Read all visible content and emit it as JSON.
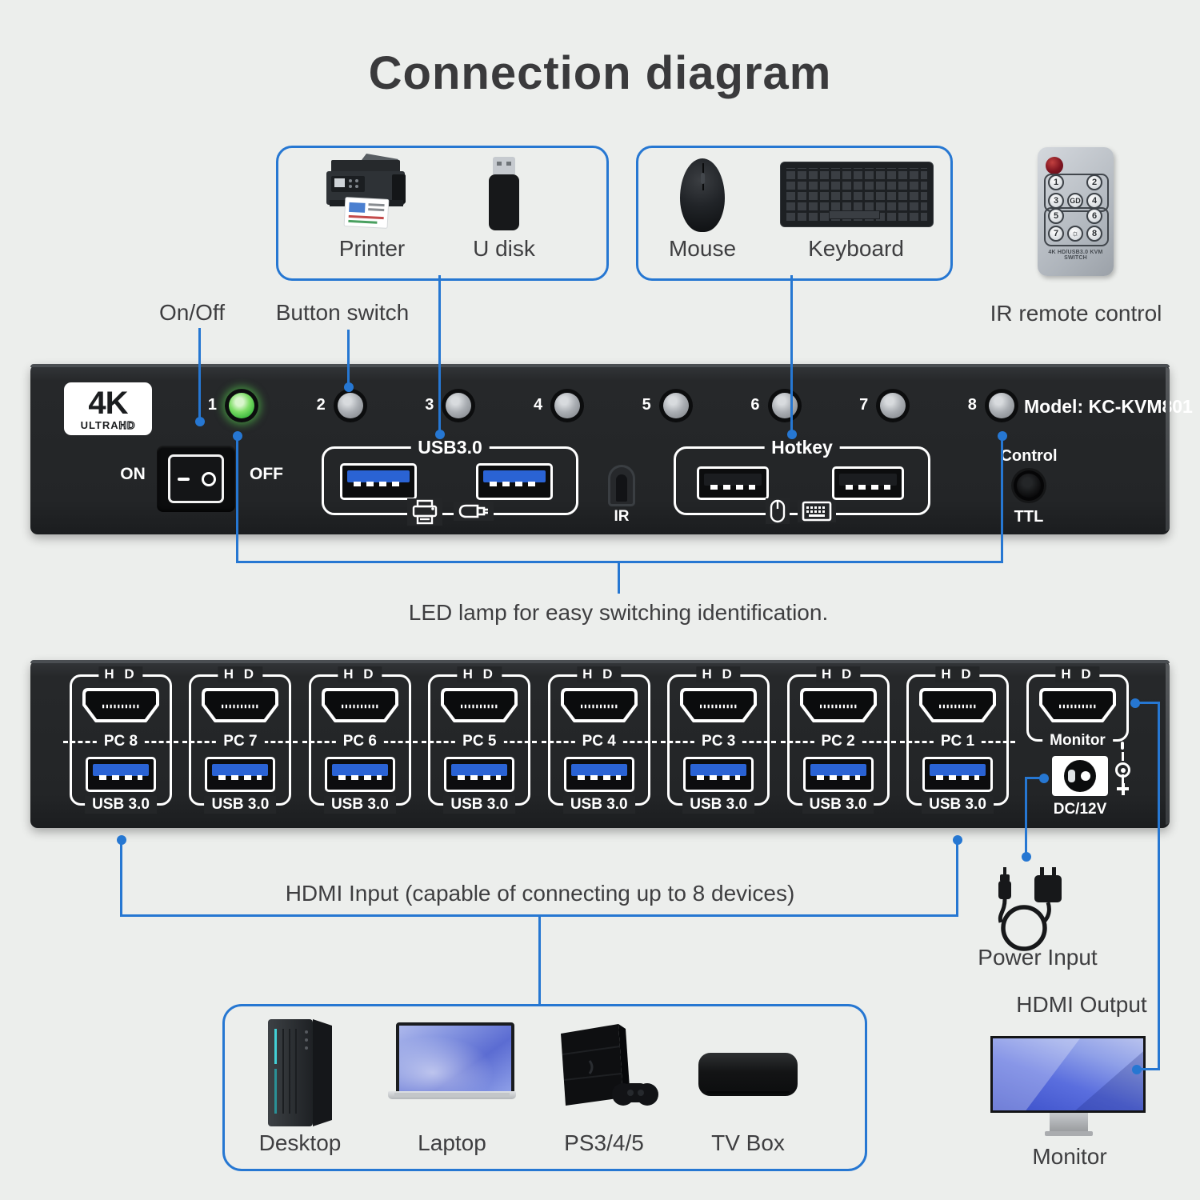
{
  "title": "Connection diagram",
  "colors": {
    "accent": "#2677d2",
    "background": "#eceeec",
    "panel": "#242628",
    "usb_blue": "#2a63d4",
    "led_green": "#45c340"
  },
  "top": {
    "peripherals_box": {
      "printer_label": "Printer",
      "udisk_label": "U disk"
    },
    "io_box": {
      "mouse_label": "Mouse",
      "keyboard_label": "Keyboard"
    },
    "remote": {
      "keys_group1": [
        "1",
        "2",
        "3",
        "GD",
        "4"
      ],
      "keys_group2": [
        "5",
        "6",
        "7",
        "☼",
        "8"
      ],
      "caption": "4K HD/USB3.0 KVM SWITCH",
      "label": "IR remote control"
    },
    "onoff_label": "On/Off",
    "button_switch_label": "Button switch"
  },
  "front_panel": {
    "badge_top": "4K",
    "badge_bottom_solid": "ULTRA",
    "badge_bottom_outline": "HD",
    "channels": [
      "1",
      "2",
      "3",
      "4",
      "5",
      "6",
      "7",
      "8"
    ],
    "active_channel": "1",
    "model": "Model: KC-KVM801",
    "power_on": "ON",
    "power_off": "OFF",
    "usb_label": "USB3.0",
    "ir_label": "IR",
    "hotkey_label": "Hotkey",
    "control_label": "Control",
    "ttl_label": "TTL"
  },
  "led_note": "LED lamp for easy switching identification.",
  "rear_panel": {
    "hd_label": "H D",
    "pc_groups": [
      "PC 8",
      "PC 7",
      "PC 6",
      "PC 5",
      "PC 4",
      "PC 3",
      "PC 2",
      "PC 1"
    ],
    "usb_port_label": "USB 3.0",
    "monitor_label": "Monitor",
    "dc_label": "DC/12V"
  },
  "bottom": {
    "hdmi_input_note": "HDMI Input (capable of connecting up to 8 devices)",
    "power_input_label": "Power Input",
    "hdmi_output_label": "HDMI Output",
    "devices": [
      "Desktop",
      "Laptop",
      "PS3/4/5",
      "TV Box"
    ],
    "monitor_label": "Monitor"
  }
}
